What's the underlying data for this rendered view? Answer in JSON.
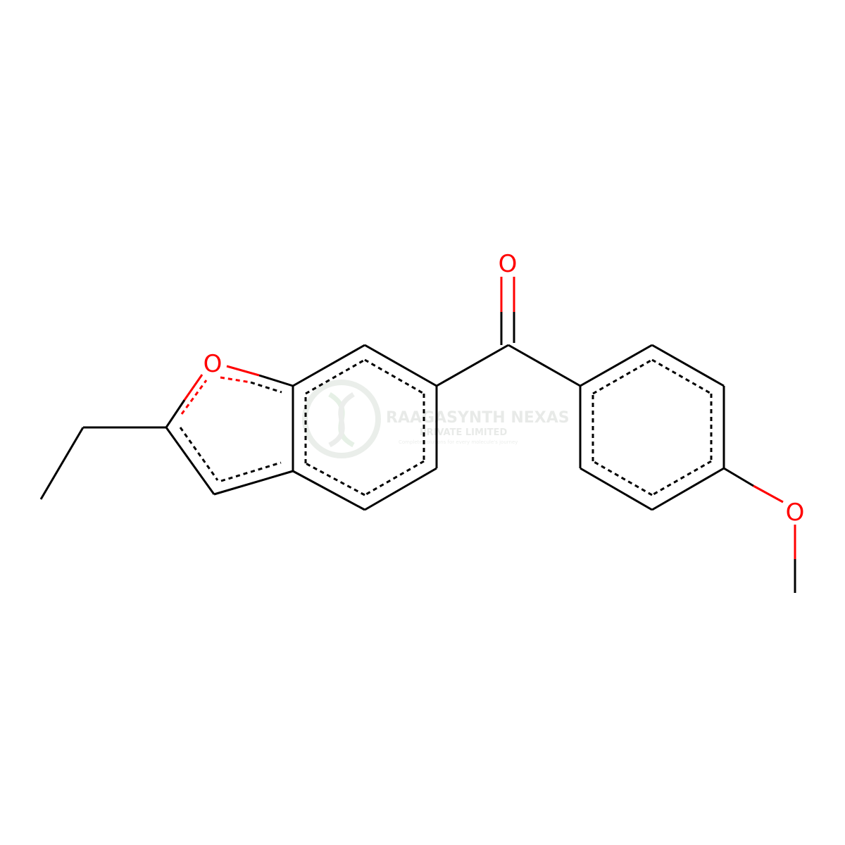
{
  "structure": {
    "atom_labels": {
      "ring_oxygen": "O",
      "carbonyl_oxygen": "O",
      "methoxy_oxygen": "O"
    },
    "colors": {
      "bond": "#000000",
      "oxygen": "#ff0000",
      "watermark": "#d0d6d0"
    }
  },
  "watermark": {
    "line1": "RAAGASYNTH NEXAS",
    "line2": "PRIVATE LIMITED",
    "line3": "Complete solutions for every molecule's journey",
    "icon": "dna-helix-logo"
  }
}
